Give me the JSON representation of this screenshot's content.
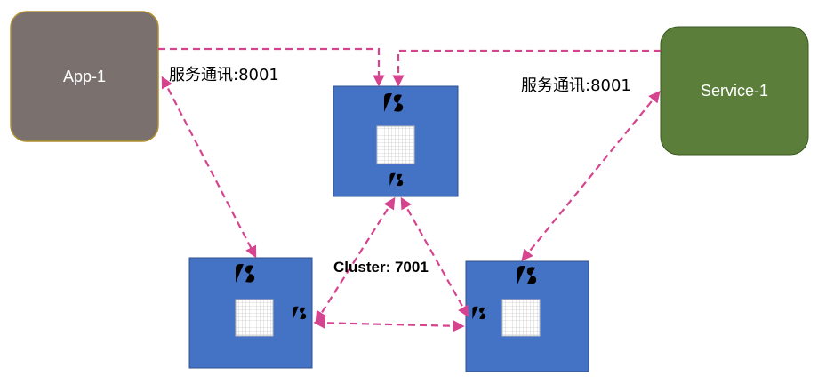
{
  "nodes": {
    "app": {
      "label": "App-1",
      "color": "#7a716e"
    },
    "service": {
      "label": "Service-1",
      "color": "#5b7f3a"
    },
    "server_box_color": "#4472c4"
  },
  "edge_labels": {
    "left_port": "服务通讯:8001",
    "right_port": "服务通讯:8001",
    "cluster_port": "Cluster: 7001"
  },
  "accent_color": "#e33a8c"
}
